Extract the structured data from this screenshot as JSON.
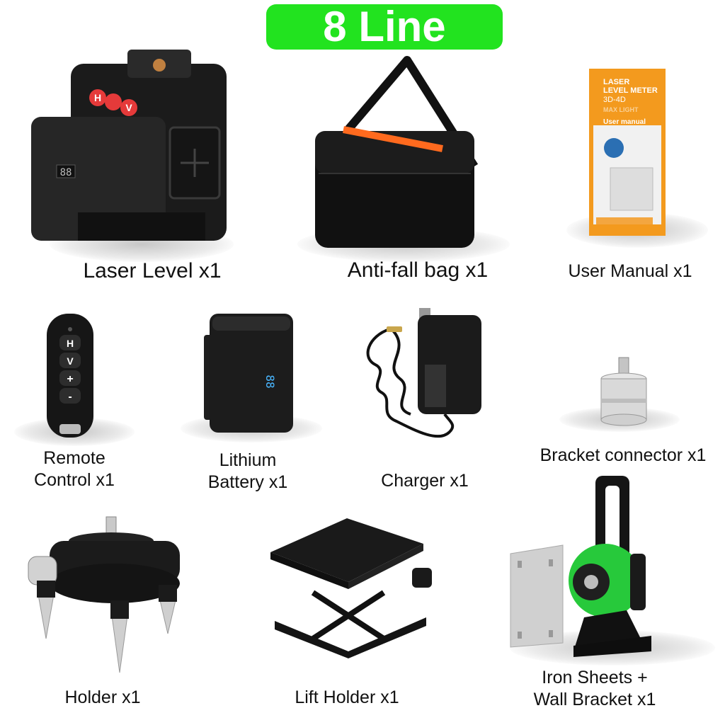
{
  "title": "8 Line",
  "accent_color": "#22e31f",
  "items": [
    {
      "label": "Laser Level x1",
      "icon": "laser-level-icon"
    },
    {
      "label": "Anti-fall bag x1",
      "icon": "bag-icon"
    },
    {
      "label": "User Manual x1",
      "icon": "manual-icon"
    },
    {
      "label_line1": "Remote",
      "label_line2": "Control x1",
      "icon": "remote-icon"
    },
    {
      "label_line1": "Lithium",
      "label_line2": "Battery x1",
      "icon": "battery-icon"
    },
    {
      "label": "Charger x1",
      "icon": "charger-icon"
    },
    {
      "label": "Bracket connector x1",
      "icon": "connector-icon"
    },
    {
      "label": "Holder x1",
      "icon": "holder-icon"
    },
    {
      "label": "Lift Holder x1",
      "icon": "lift-holder-icon"
    },
    {
      "label_line1": "Iron Sheets +",
      "label_line2": "Wall Bracket x1",
      "icon": "wall-bracket-icon"
    }
  ],
  "product_text": {
    "laser_buttons": [
      "H",
      "V"
    ],
    "laser_display": "88",
    "manual_title1": "LASER",
    "manual_title2": "LEVEL METER",
    "manual_title3": "3D-4D",
    "manual_brand": "MAX LIGHT",
    "manual_subtitle": "User manual",
    "remote_buttons": [
      "H",
      "V",
      "+",
      "-"
    ],
    "battery_display": "88"
  }
}
